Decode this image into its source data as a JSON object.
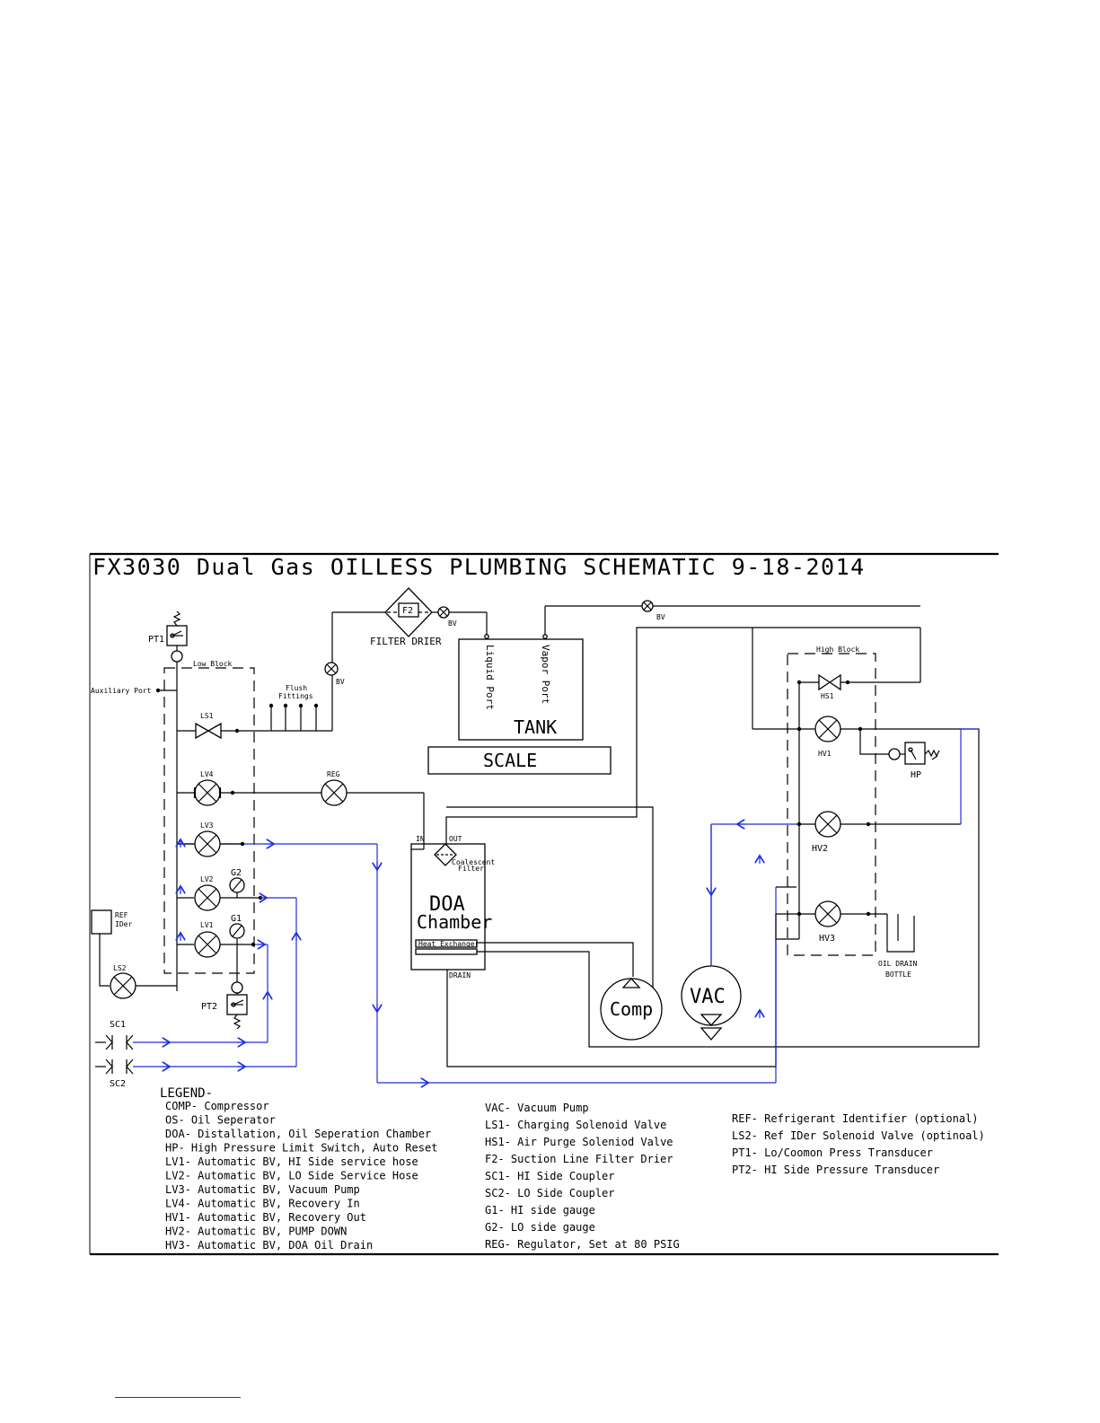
{
  "title": "FX3030 Dual Gas OILLESS PLUMBING SCHEMATIC 9-18-2014",
  "labels": {
    "pt1": "PT1",
    "low_block": "Low Block",
    "auxiliary_port": "Auxiliary Port",
    "flush_fittings_1": "Flush",
    "flush_fittings_2": "Fittings",
    "ls1": "LS1",
    "lv4": "LV4",
    "lv3": "LV3",
    "lv2": "LV2",
    "lv1": "LV1",
    "g2": "G2",
    "g1": "G1",
    "ref_1": "REF",
    "ref_2": "IDer",
    "ls2": "LS2",
    "pt2": "PT2",
    "sc1": "SC1",
    "sc2": "SC2",
    "reg": "REG",
    "bv_left": "BV",
    "f2": "F2",
    "filter_drier": "FILTER DRIER",
    "bv_mid": "BV",
    "bv_right": "BV",
    "liquid_port": "Liquid Port",
    "vapor_port": "Vapor Port",
    "tank": "TANK",
    "scale": "SCALE",
    "in": "IN",
    "out": "OUT",
    "coalescent_1": "Coalescent",
    "coalescent_2": "Filter",
    "doa_1": "DOA",
    "doa_2": "Chamber",
    "heat_exchanger": "Heat Exchanger",
    "drain": "DRAIN",
    "comp": "Comp",
    "vac": "VAC",
    "high_block": "High Block",
    "hs1": "HS1",
    "hv1": "HV1",
    "hv2": "HV2",
    "hv3": "HV3",
    "hp": "HP",
    "oil_drain_1": "OIL DRAIN",
    "oil_drain_2": "BOTTLE"
  },
  "legend": {
    "heading": "LEGEND-",
    "col1": [
      "COMP- Compressor",
      "OS- Oil Seperator",
      "DOA- Distallation, Oil Seperation Chamber",
      "HP- High Pressure Limit Switch, Auto Reset",
      "LV1- Automatic BV, HI Side service hose",
      "LV2- Automatic BV, LO Side Service Hose",
      "LV3- Automatic BV, Vacuum Pump",
      "LV4- Automatic BV, Recovery In",
      "HV1- Automatic BV, Recovery Out",
      "HV2- Automatic BV, PUMP DOWN",
      "HV3- Automatic BV, DOA Oil Drain"
    ],
    "col2": [
      "VAC- Vacuum Pump",
      "LS1- Charging Solenoid Valve",
      "HS1- Air Purge Soleniod Valve",
      "F2- Suction Line Filter Drier",
      "SC1- HI Side Coupler",
      "SC2- LO Side Coupler",
      "G1- HI side gauge",
      "G2- LO side gauge",
      "REG- Regulator, Set at 80 PSIG"
    ],
    "col3": [
      "REF- Refrigerant Identifier (optional)",
      "LS2- Ref IDer Solenoid Valve (optinoal)",
      "PT1- Lo/Coomon Press Transducer",
      "PT2- HI Side Pressure Transducer"
    ]
  }
}
